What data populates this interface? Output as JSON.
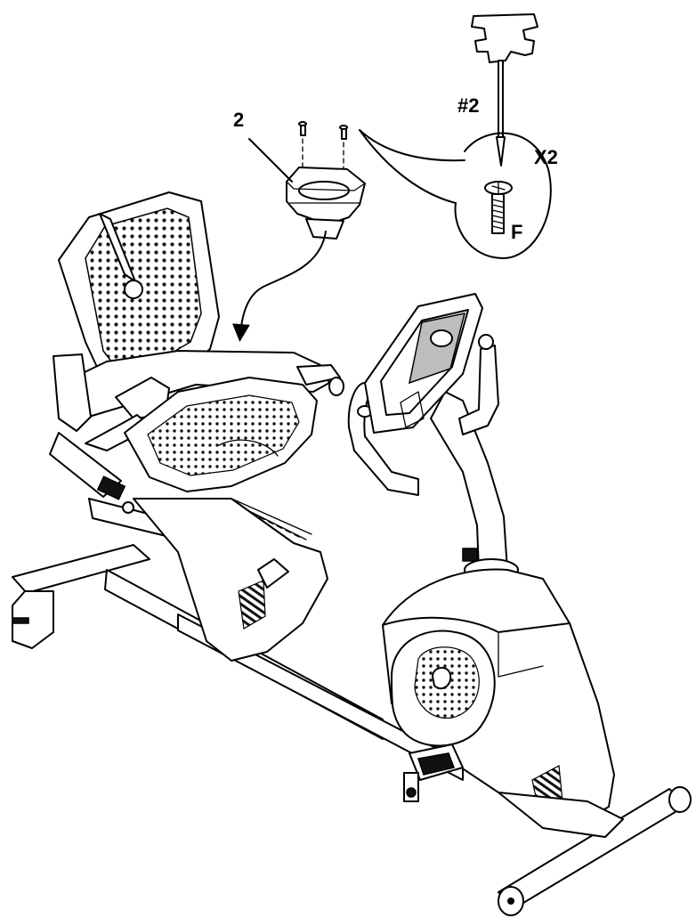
{
  "labels": {
    "part_number": "2",
    "tool": "#2",
    "quantity": "X2",
    "hardware": "F"
  }
}
